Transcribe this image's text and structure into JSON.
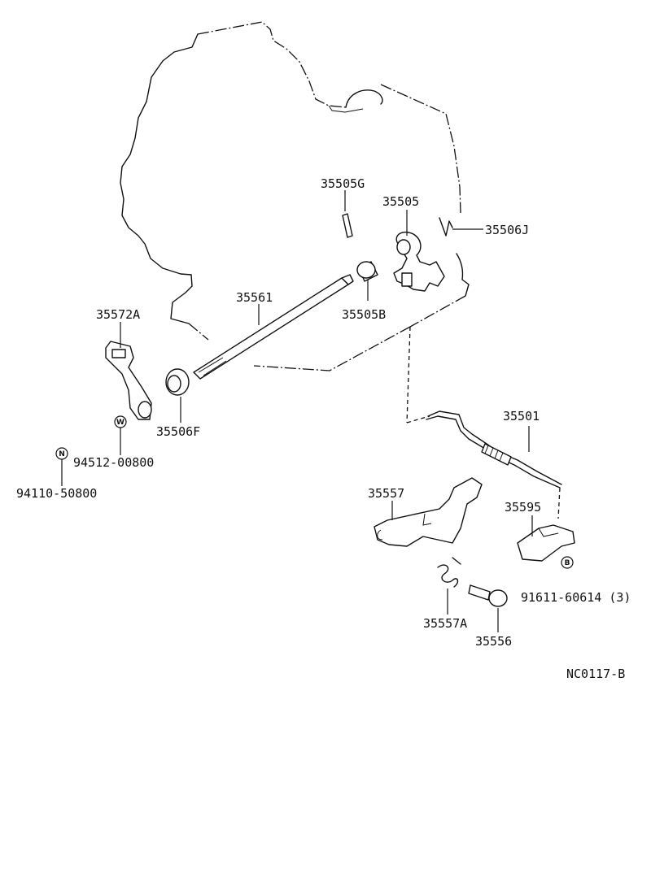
{
  "labels": {
    "p35505G": "35505G",
    "p35505": "35505",
    "p35506J": "35506J",
    "p35561": "35561",
    "p35505B": "35505B",
    "p35572A": "35572A",
    "p35506F": "35506F",
    "p94512": "94512-00800",
    "p94110": "94110-50800",
    "p35501": "35501",
    "p35557": "35557",
    "p35595": "35595",
    "p91611": "91611-60614 (3)",
    "p35557A": "35557A",
    "p35556": "35556",
    "code": "NC0117-B"
  },
  "symbols": {
    "w": "W",
    "n": "N",
    "b": "B"
  }
}
